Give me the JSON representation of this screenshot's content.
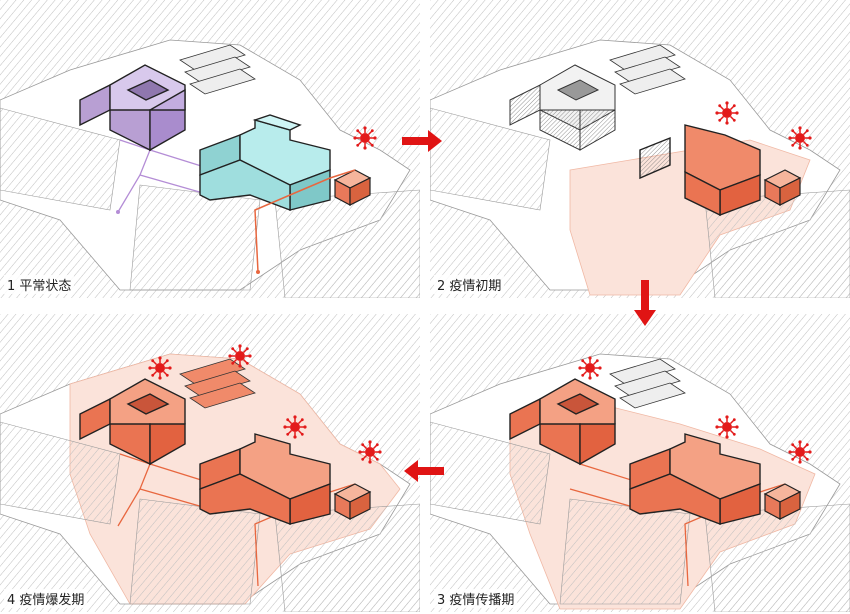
{
  "panels": [
    {
      "id": "p1",
      "caption": "1 平常状态"
    },
    {
      "id": "p2",
      "caption": "2 疫情初期"
    },
    {
      "id": "p3",
      "caption": "3 疫情传播期"
    },
    {
      "id": "p4",
      "caption": "4 疫情爆发期"
    }
  ],
  "colors": {
    "infected": "#f08a6a",
    "infected_dark": "#e26240",
    "normal_purple": "#c9b6e0",
    "normal_cyan": "#9fdede",
    "virus": "#e31b1b",
    "arrow": "#e01414",
    "contamination": "#fbe3da"
  },
  "icons": [
    "virus-icon",
    "arrow-right-icon",
    "arrow-down-icon",
    "arrow-left-icon"
  ]
}
